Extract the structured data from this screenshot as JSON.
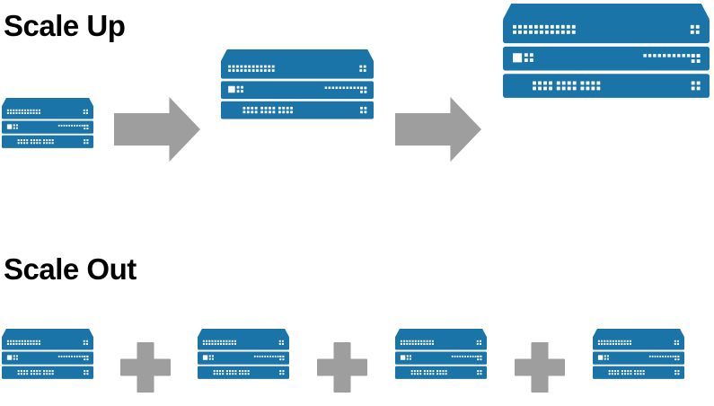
{
  "sections": {
    "scale_up": {
      "title": "Scale Up",
      "stages": [
        {
          "units": 3,
          "size": "small"
        },
        {
          "units": 3,
          "size": "medium"
        },
        {
          "units": 3,
          "size": "large"
        }
      ],
      "connector_icon": "arrow-right-icon"
    },
    "scale_out": {
      "title": "Scale Out",
      "stacks": [
        {
          "units": 3,
          "size": "small"
        },
        {
          "units": 3,
          "size": "small"
        },
        {
          "units": 3,
          "size": "small"
        },
        {
          "units": 3,
          "size": "small"
        }
      ],
      "connector_icon": "plus-icon"
    }
  },
  "colors": {
    "server_blue": "#1a74a8",
    "port_white": "#ffffff",
    "connector_gray": "#9e9e9e",
    "text": "#000000"
  }
}
